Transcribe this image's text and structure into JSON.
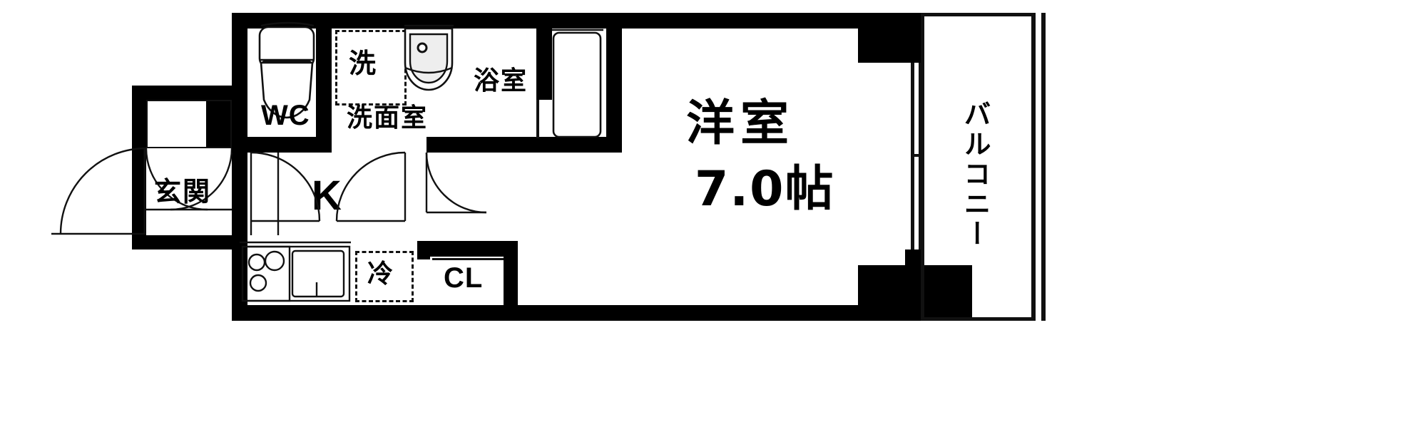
{
  "plan": {
    "type": "japanese-apartment-floorplan",
    "background_color": "#ffffff",
    "wall_color": "#000000",
    "line_color": "#111111",
    "fixture_fill": "#eeeeee"
  },
  "rooms": {
    "entrance": {
      "label": "玄関",
      "name": "genkan-entrance"
    },
    "toilet": {
      "label": "WC",
      "name": "toilet-wc"
    },
    "washroom": {
      "label": "洗面室",
      "name": "washroom-senmenshitsu"
    },
    "bath": {
      "label": "浴室",
      "name": "bathroom-yokushitsu"
    },
    "kitchen": {
      "label": "K",
      "name": "kitchen"
    },
    "closet": {
      "label": "CL",
      "name": "closet"
    },
    "western": {
      "label": "洋室",
      "size": "7.0帖",
      "name": "western-room"
    },
    "balcony": {
      "label": "バルコニー",
      "name": "balcony"
    }
  },
  "fixtures": {
    "washer": {
      "label": "洗",
      "name": "washing-machine-space"
    },
    "fridge": {
      "label": "冷",
      "name": "refrigerator-space"
    },
    "toilet_bowl": {
      "name": "toilet-fixture"
    },
    "vanity_sink": {
      "name": "vanity-sink-fixture"
    },
    "bathtub": {
      "name": "bathtub-fixture"
    },
    "kitchen_stove": {
      "name": "stove-fixture"
    },
    "kitchen_sink": {
      "name": "kitchen-sink-fixture"
    },
    "shoe_cabinet": {
      "name": "shoe-cabinet"
    }
  }
}
